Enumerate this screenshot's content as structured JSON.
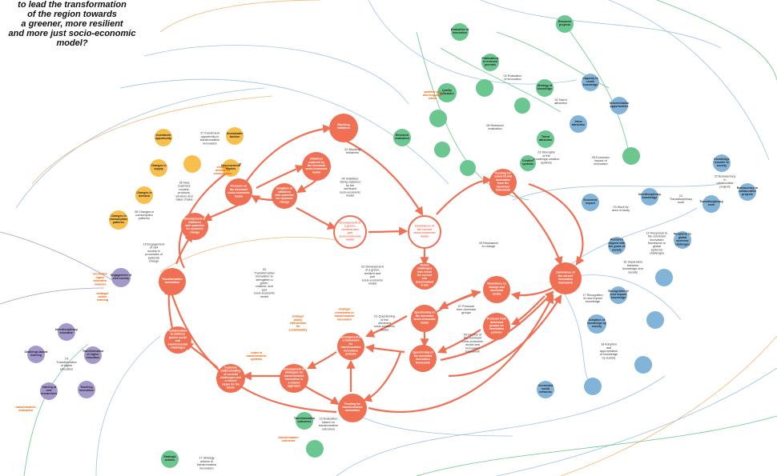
{
  "title_lines": [
    "to lead the transformation",
    "of the region towards",
    "a greener, more resilient",
    "and more just socio-economic",
    "model?"
  ],
  "colors": {
    "core": "#f07054",
    "blue": "#82b4da",
    "green": "#6cc690",
    "yellow": "#f9bf4c",
    "purple": "#a599cc",
    "note": "#e8620c",
    "thin_blue": "#9fc3e3",
    "thin_orange": "#f3b873"
  },
  "nodes": {
    "core": [
      "Blocking initiatives",
      "Initiatives captured by the dominant socio-economic model",
      "Pressure on the dominant socio-economic model",
      "Adoption of initiatives with potential for systemic change",
      "Development of initiatives with potential for systemic change",
      "Development of a green, resilient and just socio-economic model",
      "Dominance of the current socio-economic model",
      "Funding for research and innovation from the dominant framework",
      "Transformative innovation",
      "Global challenges that reveal the current and accumulated crisis",
      "Resistance to change and structural inertia",
      "Questioning of the dominant socio-economic model",
      "Pressure from dominant groups on innovation policies",
      "Collaboration to address global social and environmental challenges",
      "Development of a framework for transformative innovation policies",
      "Questioning of the dominant innovation framework",
      "Dominance of the current innovation framework",
      "Systemic understanding of societal challenges and a shared vision for the future",
      "Development of strategies for transformative innovation in a shared approach",
      "Funding for transformative innovation"
    ],
    "blue": [
      "Capacity to create knowledge",
      "Dissemination opportunities",
      "Value attraction",
      "Economic impact",
      "Interdisciplinary knowledge",
      "Knowledge transfer to society",
      "Bureaucracy in collaborative projects",
      "Transdisciplinary work",
      "Research aligned with the goals of society",
      "Response to global systemic challenges",
      "Recognition of new impact knowledge",
      "Adoption of knowledge by society",
      "Connected social networks"
    ],
    "green": [
      "Evaluation of innovation",
      "Research projects",
      "Publications in indexed journals",
      "Quality indicators",
      "Strategy of knowledge",
      "Research evaluation",
      "Talent attraction",
      "Creative systems",
      "Transformation outcomes",
      "Strategic actions"
    ],
    "yellow": [
      "Investment opportunity",
      "Sustainable fashion",
      "Changes in supply",
      "Changes in demand",
      "Changes in consumption patterns",
      "New business models"
    ],
    "purple": [
      "Engagement of civil society",
      "Interdisciplinary education",
      "Challenge-based learning",
      "Transformation of higher education",
      "Training of new researchers",
      "Teaching innovation"
    ]
  },
  "loops": [
    "02 Blocking Initiatives",
    "04 Initiatives being captured by the dominant socio-economic model",
    "03 Transformative innovation to strengthen a green, resilient, and just socio-economic model",
    "02 Development of a green, resilient and just socio-economic model",
    "09 Resistance to change",
    "07 Pressure from dominant groups",
    "01 Questioning of the dominant socio-economic model",
    "09 Decline of the dominant socio-economic model and innovation framework",
    "12 Evaluation based on transformative outcomes",
    "17 Strategy actions to transformative innovation",
    "08 Research evaluation",
    "24 Talent attraction",
    "25 Economic impact of innovation",
    "21 Transdisciplinary work",
    "22 Bureaucracy in collaborative projects",
    "23 Work by area of study",
    "16 Separation between knowledge and society",
    "17 Recognition of new impact knowledge",
    "18 Adoption and appropriation of knowledge by society",
    "27 Investment opportunity in transformative innovation",
    "28 Changes in consumption patterns",
    "26 New business models, products, services and value chains",
    "15 Engagement of civil society in processes of systemic change",
    "14 Transformation of higher education",
    "23 Strengths of the knowledge-creation systems",
    "10 Response to the dominant innovation framework to global systemic challenges",
    "02 Evaluation of innovation"
  ],
  "annotations": [
    "strategic actions on consumption",
    "strategic investment in transformative innovation",
    "strategic policy intervention for sustainability",
    "Leaks in transformative systems",
    "innovative higher education modules",
    "strategic action learning",
    "political will and long-term vision",
    "transformation outcomes",
    "transformative evaluation"
  ]
}
